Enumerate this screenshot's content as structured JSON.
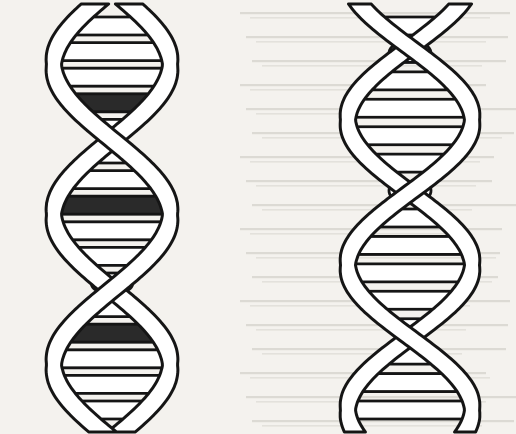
{
  "figure": {
    "left_helix": {
      "rungs": [
        "light",
        "light",
        "light",
        "dark",
        "light",
        "light",
        "light",
        "dark",
        "light",
        "light",
        "light",
        "light",
        "dark",
        "light",
        "light",
        "light"
      ],
      "dark_color": "#2a2a2a"
    },
    "right_helix": {
      "rungs": [
        "light",
        "light",
        "light",
        "light",
        "light",
        "light",
        "light",
        "light",
        "light",
        "light",
        "light",
        "light",
        "light",
        "light",
        "light"
      ]
    },
    "background_bleed_text": ""
  }
}
